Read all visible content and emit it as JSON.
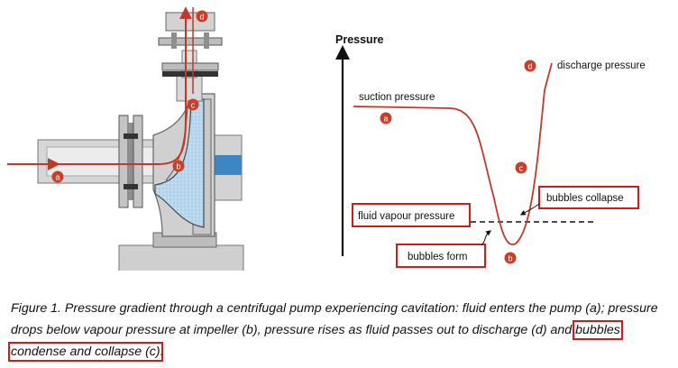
{
  "graph": {
    "y_axis_label": "Pressure",
    "discharge_label": "discharge pressure",
    "suction_label": "suction pressure",
    "vapour_label": "fluid vapour pressure",
    "collapse_label": "bubbles collapse",
    "form_label": "bubbles form"
  },
  "markers": {
    "a": "a",
    "b": "b",
    "c": "c",
    "d": "d"
  },
  "caption": {
    "part1": "Figure 1. Pressure gradient through a centrifugal pump experiencing cavitation: fluid enters the pump (a); pressure drops below vapour pressure at impeller (b), pressure rises as fluid passes out to discharge (d) and ",
    "highlight": "bubbles condense and collapse (c)",
    "end": "."
  },
  "colors": {
    "marker_fill": "#c8402c",
    "flow_arrow": "#c0392b",
    "highlight_box": "#d11a1a",
    "pump_fluid": "#a9cde9",
    "pump_body": "#c9c9c9"
  }
}
